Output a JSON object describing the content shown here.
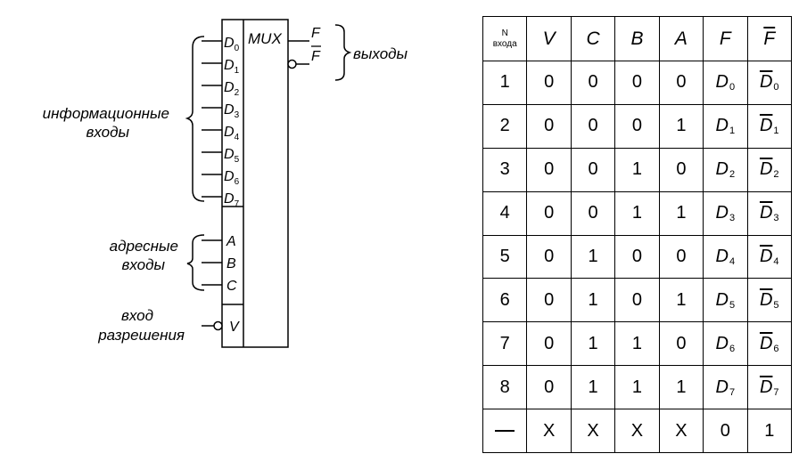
{
  "diagram": {
    "block_title": "MUX",
    "data_inputs": [
      "D0",
      "D1",
      "D2",
      "D3",
      "D4",
      "D5",
      "D6",
      "D7"
    ],
    "address_inputs": [
      "A",
      "B",
      "C"
    ],
    "enable_input": "V",
    "outputs": [
      "F",
      "F"
    ],
    "labels": {
      "info_line1": "информационные",
      "info_line2": "входы",
      "addr_line1": "адресные",
      "addr_line2": "входы",
      "en_line1": "вход",
      "en_line2": "разрешения",
      "outputs": "выходы"
    }
  },
  "table": {
    "header_n_line1": "N",
    "header_n_line2": "входа",
    "columns": [
      "V",
      "C",
      "B",
      "A",
      "F",
      "F"
    ],
    "rows": [
      {
        "n": "1",
        "v": "0",
        "c": "0",
        "b": "0",
        "a": "0",
        "f": "D",
        "f_sub": "0",
        "fn": "D",
        "fn_sub": "0"
      },
      {
        "n": "2",
        "v": "0",
        "c": "0",
        "b": "0",
        "a": "1",
        "f": "D",
        "f_sub": "1",
        "fn": "D",
        "fn_sub": "1"
      },
      {
        "n": "3",
        "v": "0",
        "c": "0",
        "b": "1",
        "a": "0",
        "f": "D",
        "f_sub": "2",
        "fn": "D",
        "fn_sub": "2"
      },
      {
        "n": "4",
        "v": "0",
        "c": "0",
        "b": "1",
        "a": "1",
        "f": "D",
        "f_sub": "3",
        "fn": "D",
        "fn_sub": "3"
      },
      {
        "n": "5",
        "v": "0",
        "c": "1",
        "b": "0",
        "a": "0",
        "f": "D",
        "f_sub": "4",
        "fn": "D",
        "fn_sub": "4"
      },
      {
        "n": "6",
        "v": "0",
        "c": "1",
        "b": "0",
        "a": "1",
        "f": "D",
        "f_sub": "5",
        "fn": "D",
        "fn_sub": "5"
      },
      {
        "n": "7",
        "v": "0",
        "c": "1",
        "b": "1",
        "a": "0",
        "f": "D",
        "f_sub": "6",
        "fn": "D",
        "fn_sub": "6"
      },
      {
        "n": "8",
        "v": "0",
        "c": "1",
        "b": "1",
        "a": "1",
        "f": "D",
        "f_sub": "7",
        "fn": "D",
        "fn_sub": "7"
      }
    ],
    "last_row": {
      "n": "",
      "v": "X",
      "c": "X",
      "b": "X",
      "a": "X",
      "f": "0",
      "fn": "1"
    }
  }
}
